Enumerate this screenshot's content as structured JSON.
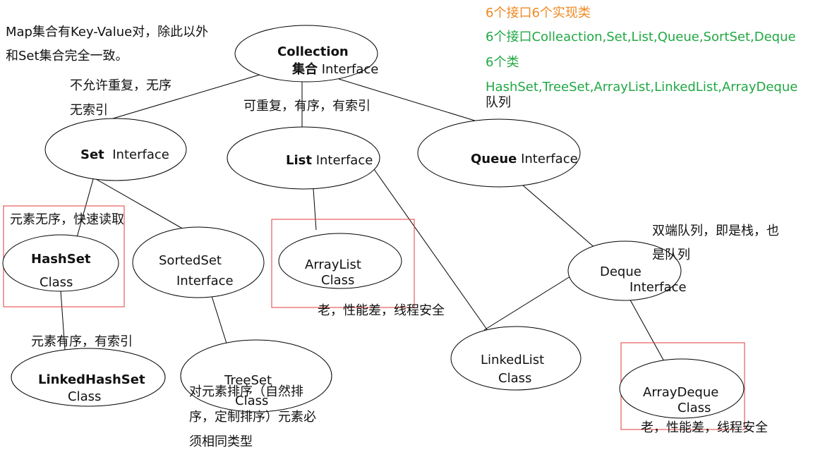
{
  "colors": {
    "heading": "#f08a24",
    "note": "#21a844",
    "box": "#e23b3b",
    "line": "#000000"
  },
  "notes": {
    "map_line1": "Map集合有Key-Value对，除此以外",
    "map_line2": "和Set集合完全一致。",
    "set_rule1": "不允许重复，无序",
    "set_rule2": "无索引",
    "list_rule": "可重复，有序，有索引",
    "hashset_rule": "元素无序，快速读取",
    "arraylist_rule": "老，性能差，线程安全",
    "deque_rule1": "双端队列，即是栈，也",
    "deque_rule2": "是队列",
    "linkedhashset_rule": "元素有序，有索引",
    "treeset_rule1": "对元素排序（自然排",
    "treeset_rule2": "序，定制排序）元素必",
    "treeset_rule3": "须相同类型",
    "arraydeque_rule": "老，性能差，线程安全"
  },
  "summary": {
    "heading": "6个接口6个实现类",
    "interfaces": "6个接口Colleaction,Set,List,Queue,SortSet,Deque",
    "classes_title": "6个类",
    "classes": "HashSet,TreeSet,ArrayList,LinkedList,ArrayDeque",
    "queue_cn": "队列"
  },
  "nodes": {
    "collection": {
      "name": "Collection",
      "cn": "集合",
      "kind": "Interface"
    },
    "set": {
      "name": "Set",
      "kind": "Interface"
    },
    "list": {
      "name": "List",
      "kind": "Interface"
    },
    "queue": {
      "name": "Queue",
      "kind": "Interface"
    },
    "hashset": {
      "name": "HashSet",
      "kind": "Class"
    },
    "sortedset": {
      "name": "SortedSet",
      "kind": "Interface"
    },
    "arraylist": {
      "name": "ArrayList",
      "kind": "Class"
    },
    "deque": {
      "name": "Deque",
      "kind": "Interface"
    },
    "linkedhashset": {
      "name": "LinkedHashSet",
      "kind": "Class"
    },
    "treeset": {
      "name": "TreeSet",
      "kind": "Class"
    },
    "linkedlist": {
      "name": "LinkedList",
      "kind": "Class"
    },
    "arraydeque": {
      "name": "ArrayDeque",
      "kind": "Class"
    }
  }
}
